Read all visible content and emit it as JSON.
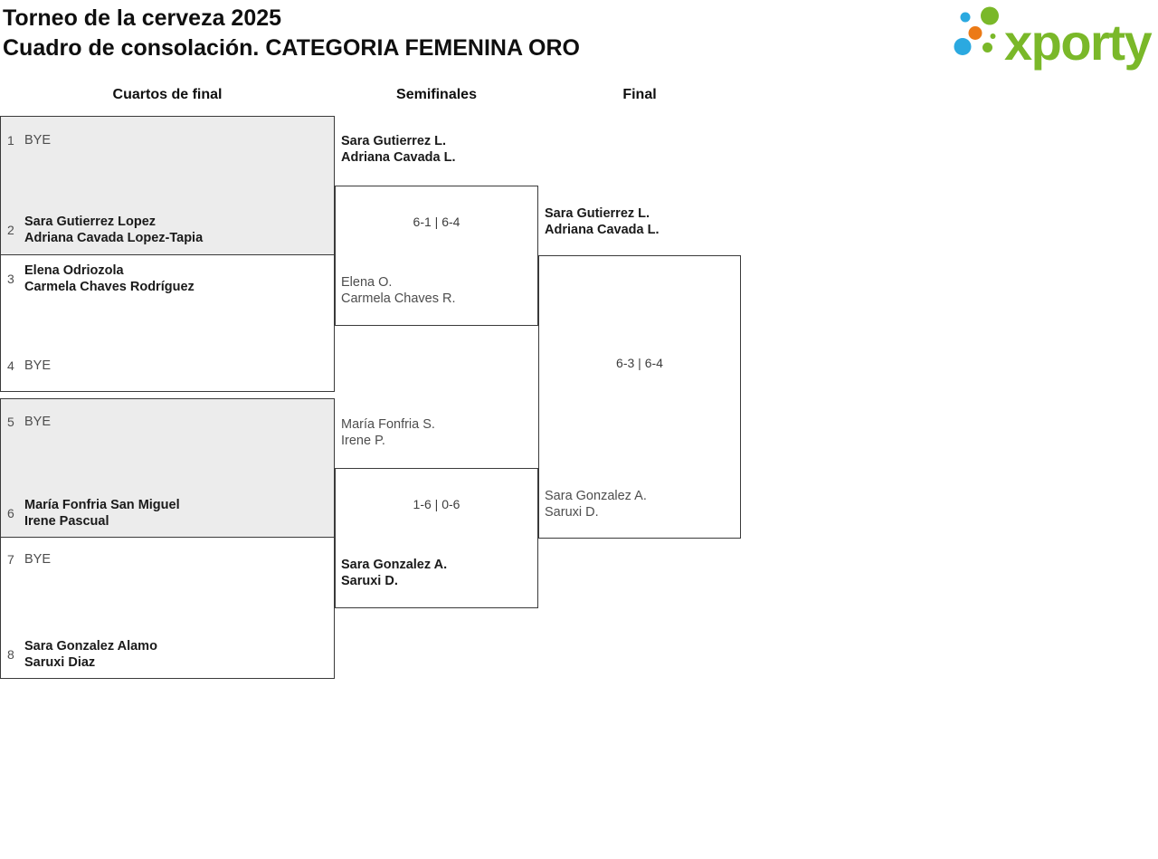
{
  "page": {
    "title_line1": "Torneo de la cerveza 2025",
    "title_line2": "Cuadro de consolación. CATEGORIA FEMENINA ORO"
  },
  "logo": {
    "text": "xporty",
    "colors": {
      "green": "#7ab829",
      "blue": "#2ba9e0",
      "orange": "#ec7a16"
    }
  },
  "round_headers": [
    "Cuartos de final",
    "Semifinales",
    "Final"
  ],
  "bracket": {
    "quarterfinals": [
      {
        "seed": "1",
        "line1": "BYE"
      },
      {
        "seed": "2",
        "line1": "Sara Gutierrez Lopez",
        "line2": "Adriana Cavada Lopez-Tapia"
      },
      {
        "seed": "3",
        "line1": "Elena Odriozola",
        "line2": "Carmela Chaves Rodríguez"
      },
      {
        "seed": "4",
        "line1": "BYE"
      },
      {
        "seed": "5",
        "line1": "BYE"
      },
      {
        "seed": "6",
        "line1": "María Fonfria San Miguel",
        "line2": "Irene Pascual"
      },
      {
        "seed": "7",
        "line1": "BYE"
      },
      {
        "seed": "8",
        "line1": "Sara Gonzalez Alamo",
        "line2": "Saruxi Diaz"
      }
    ],
    "semifinals": [
      {
        "score": "6-1 | 6-4",
        "top": {
          "line1": "Sara Gutierrez L.",
          "line2": "Adriana Cavada L.",
          "winner": true
        },
        "bottom": {
          "line1": "Elena O.",
          "line2": "Carmela Chaves R.",
          "winner": false
        }
      },
      {
        "score": "1-6 | 0-6",
        "top": {
          "line1": "María Fonfria S.",
          "line2": "Irene P.",
          "winner": false
        },
        "bottom": {
          "line1": "Sara Gonzalez A.",
          "line2": "Saruxi D.",
          "winner": true
        }
      }
    ],
    "final": {
      "score": "6-3 | 6-4",
      "top": {
        "line1": "Sara Gutierrez L.",
        "line2": "Adriana Cavada L.",
        "winner": true
      },
      "bottom": {
        "line1": "Sara Gonzalez A.",
        "line2": "Saruxi D.",
        "winner": false
      }
    }
  }
}
